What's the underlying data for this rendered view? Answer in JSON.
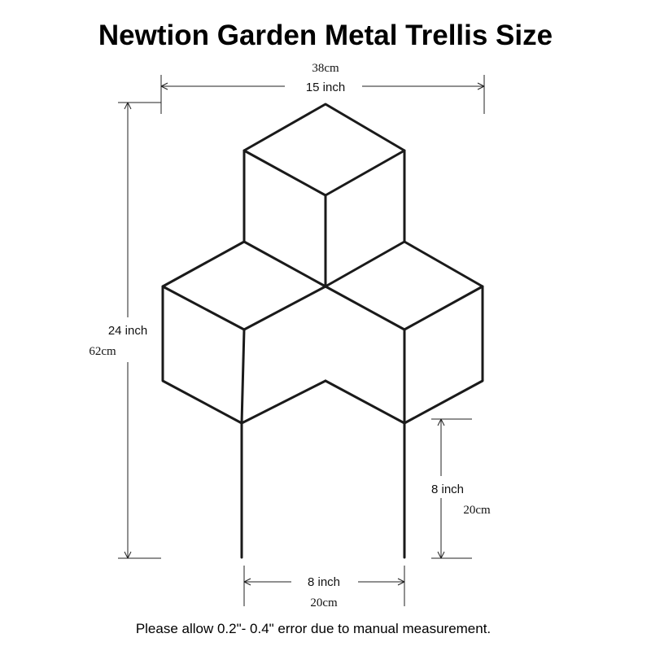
{
  "title": "Newtion Garden Metal Trellis Size",
  "dimensions": {
    "width": {
      "metric": "38cm",
      "imperial": "15 inch"
    },
    "height": {
      "metric": "62cm",
      "imperial": "24 inch"
    },
    "stake_length": {
      "metric": "20cm",
      "imperial": "8 inch"
    },
    "stake_spacing": {
      "metric": "20cm",
      "imperial": "8 inch"
    }
  },
  "note": "Please allow 0.2\"- 0.4\" error due to manual measurement."
}
